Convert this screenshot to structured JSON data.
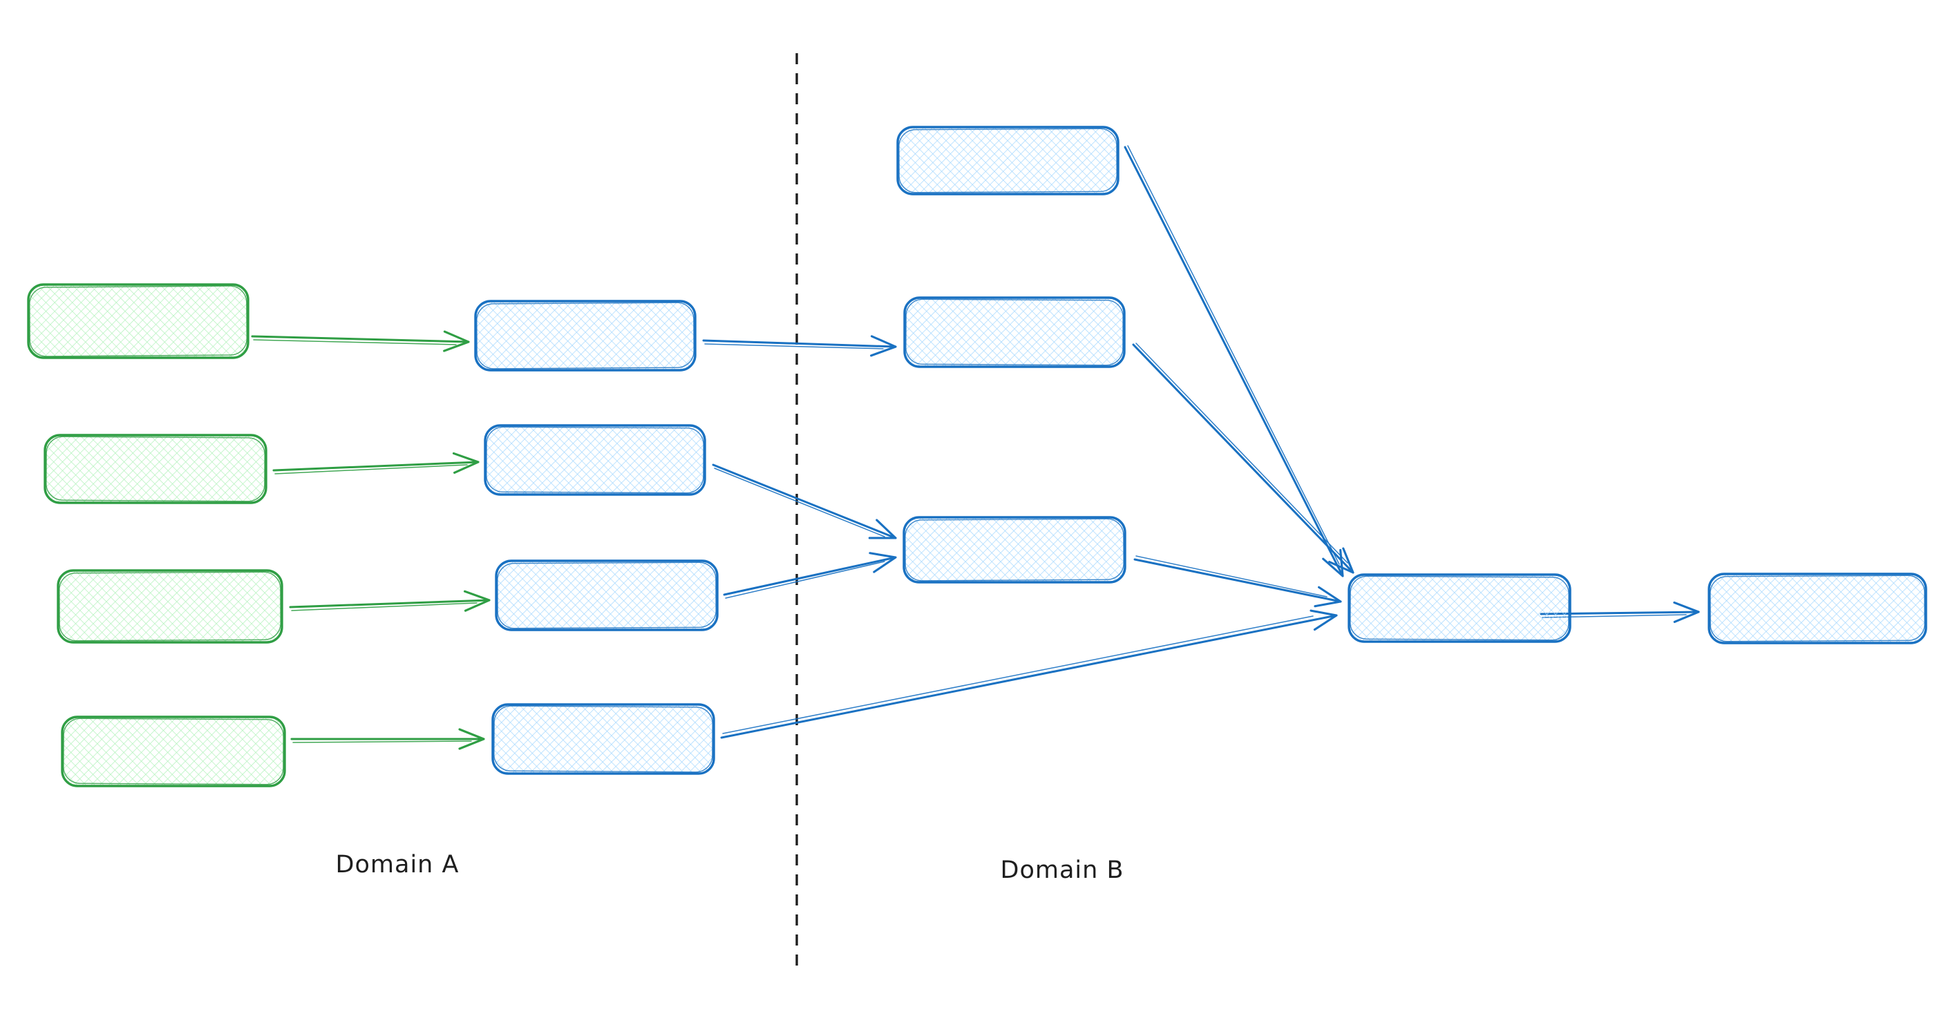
{
  "page": {
    "background": "#ffffff"
  },
  "colors": {
    "green_stroke": "#2f9e44",
    "green_fill": "#b2f2bb",
    "blue_stroke": "#1971c2",
    "blue_fill": "#a5d8ff",
    "ink": "#1e1e1e"
  },
  "diagram": {
    "type": "flow-diagram",
    "style": "hand-drawn sketch, rounded rectangles with cross-hatch fill, no text inside nodes",
    "regions": [
      {
        "id": "domain-a",
        "label": "Domain A"
      },
      {
        "id": "domain-b",
        "label": "Domain B"
      }
    ],
    "divider": {
      "between": [
        "domain-a",
        "domain-b"
      ],
      "style": "vertical dashed line"
    },
    "nodes": [
      {
        "id": "green-1",
        "region": "domain-a",
        "kind": "source",
        "color": "green",
        "text": ""
      },
      {
        "id": "green-2",
        "region": "domain-a",
        "kind": "source",
        "color": "green",
        "text": ""
      },
      {
        "id": "green-3",
        "region": "domain-a",
        "kind": "source",
        "color": "green",
        "text": ""
      },
      {
        "id": "green-4",
        "region": "domain-a",
        "kind": "source",
        "color": "green",
        "text": ""
      },
      {
        "id": "mid-1",
        "region": "domain-a",
        "kind": "intermediate",
        "color": "blue",
        "text": ""
      },
      {
        "id": "mid-2",
        "region": "domain-a",
        "kind": "intermediate",
        "color": "blue",
        "text": ""
      },
      {
        "id": "mid-3",
        "region": "domain-a",
        "kind": "intermediate",
        "color": "blue",
        "text": ""
      },
      {
        "id": "mid-4",
        "region": "domain-a",
        "kind": "intermediate",
        "color": "blue",
        "text": ""
      },
      {
        "id": "b-1",
        "region": "domain-b",
        "kind": "intermediate",
        "color": "blue",
        "text": ""
      },
      {
        "id": "b-2",
        "region": "domain-b",
        "kind": "intermediate",
        "color": "blue",
        "text": ""
      },
      {
        "id": "b-3",
        "region": "domain-b",
        "kind": "intermediate",
        "color": "blue",
        "text": ""
      },
      {
        "id": "aggregator",
        "region": "domain-b",
        "kind": "fan-in",
        "color": "blue",
        "text": ""
      },
      {
        "id": "output",
        "region": "domain-b",
        "kind": "terminal",
        "color": "blue",
        "text": ""
      }
    ],
    "edges": [
      {
        "from": "green-1",
        "to": "mid-1",
        "color": "green"
      },
      {
        "from": "green-2",
        "to": "mid-2",
        "color": "green"
      },
      {
        "from": "green-3",
        "to": "mid-3",
        "color": "green"
      },
      {
        "from": "green-4",
        "to": "mid-4",
        "color": "green"
      },
      {
        "from": "mid-1",
        "to": "b-2",
        "color": "blue"
      },
      {
        "from": "mid-2",
        "to": "b-3",
        "color": "blue"
      },
      {
        "from": "mid-3",
        "to": "b-3",
        "color": "blue"
      },
      {
        "from": "mid-4",
        "to": "aggregator",
        "color": "blue"
      },
      {
        "from": "b-1",
        "to": "aggregator",
        "color": "blue"
      },
      {
        "from": "b-2",
        "to": "aggregator",
        "color": "blue"
      },
      {
        "from": "b-3",
        "to": "aggregator",
        "color": "blue"
      },
      {
        "from": "aggregator",
        "to": "output",
        "color": "blue"
      }
    ]
  }
}
